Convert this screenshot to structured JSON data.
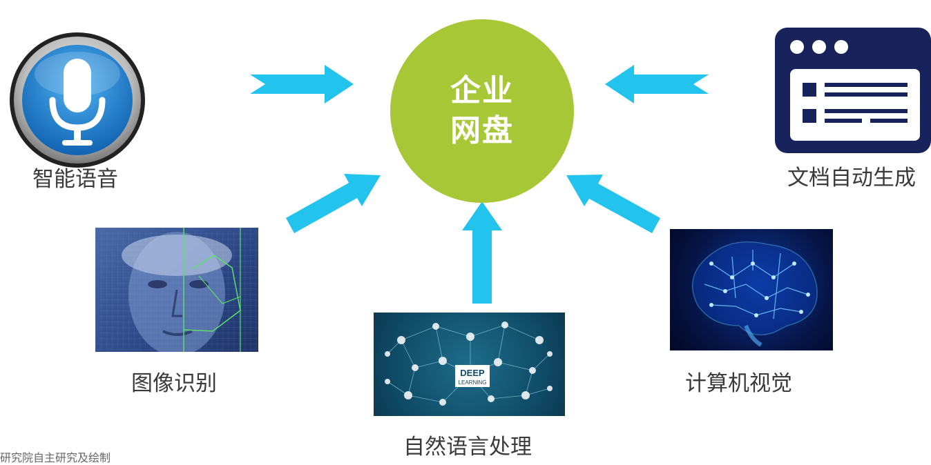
{
  "colors": {
    "arrow": "#22c4ee",
    "center_fill": "#a8c737",
    "center_text": "#ffffff",
    "doc_icon": "#17235a",
    "mic_blue": "#1f7fd0"
  },
  "center": {
    "line1": "企业",
    "line2": "网盘"
  },
  "nodes": {
    "voice": {
      "label": "智能语音",
      "icon": "microphone-icon"
    },
    "doc": {
      "label": "文档自动生成",
      "icon": "document-window-icon"
    },
    "image": {
      "label": "图像识别",
      "picture": "face-scan-image"
    },
    "nlp": {
      "label": "自然语言处理",
      "picture": "deep-learning-network-image",
      "picture_text": [
        "DEEP",
        "LEARNING"
      ]
    },
    "vision": {
      "label": "计算机视觉",
      "picture": "circuit-brain-image"
    }
  },
  "footnote": "研究院自主研究及绘制"
}
